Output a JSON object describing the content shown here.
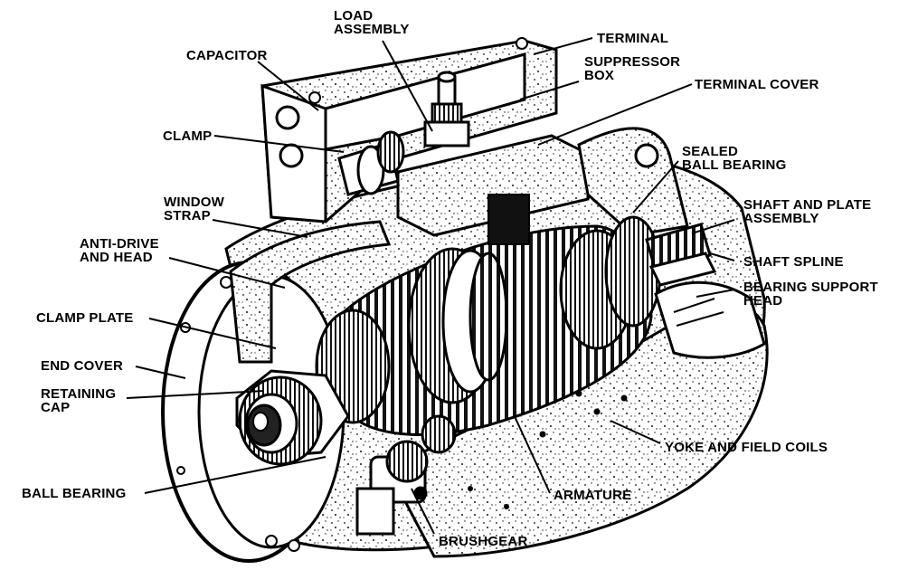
{
  "diagram": {
    "labels": {
      "load_assembly": [
        "LOAD",
        "ASSEMBLY"
      ],
      "capacitor": [
        "CAPACITOR"
      ],
      "terminal": [
        "TERMINAL"
      ],
      "suppressor_box": [
        "SUPPRESSOR",
        "BOX"
      ],
      "terminal_cover": [
        "TERMINAL COVER"
      ],
      "clamp": [
        "CLAMP"
      ],
      "sealed_ball_bearing": [
        "SEALED",
        "BALL BEARING"
      ],
      "window_strap": [
        "WINDOW",
        "STRAP"
      ],
      "shaft_and_plate_assembly": [
        "SHAFT AND PLATE",
        "ASSEMBLY"
      ],
      "anti_drive_and_head": [
        "ANTI-DRIVE",
        "AND HEAD"
      ],
      "shaft_spline": [
        "SHAFT SPLINE"
      ],
      "bearing_support_head": [
        "BEARING SUPPORT",
        "HEAD"
      ],
      "clamp_plate": [
        "CLAMP PLATE"
      ],
      "end_cover": [
        "END COVER"
      ],
      "retaining_cap": [
        "RETAINING",
        "CAP"
      ],
      "yoke_and_field_coils": [
        "YOKE AND FIELD COILS"
      ],
      "ball_bearing": [
        "BALL BEARING"
      ],
      "armature": [
        "ARMATURE"
      ],
      "brushgear": [
        "BRUSHGEAR"
      ]
    }
  }
}
